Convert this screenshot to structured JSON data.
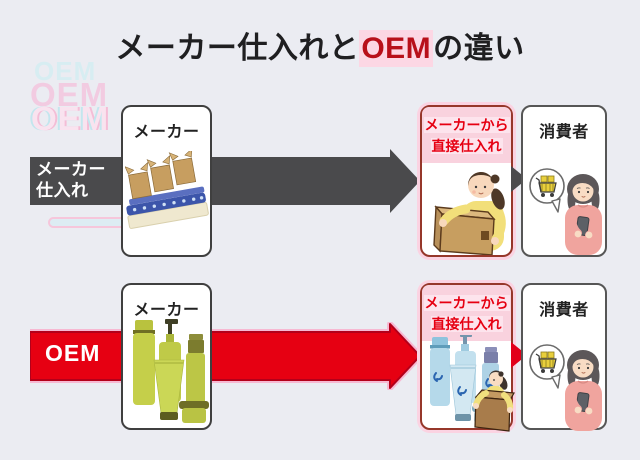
{
  "title": {
    "prefix": "メーカー仕入れと",
    "highlight": "OEM",
    "suffix": "の違い"
  },
  "ghost": {
    "text": "OEM"
  },
  "rows": {
    "maker": {
      "arrow_label_line1": "メーカー",
      "arrow_label_line2": "仕入れ",
      "maker_card_title": "メーカー",
      "direct_card_line1": "メーカーから",
      "direct_card_line2": "直接仕入れ",
      "consumer_card_title": "消費者"
    },
    "oem": {
      "arrow_label": "OEM",
      "maker_card_title": "メーカー",
      "direct_card_line1": "メーカーから",
      "direct_card_line2": "直接仕入れ",
      "consumer_card_title": "消費者"
    }
  },
  "colors": {
    "background": "#ebecf2",
    "title_text": "#1f1f21",
    "title_highlight_text": "#b8101a",
    "title_highlight_bg": "#fcd7e4",
    "dark_arrow": "#4a4a4c",
    "red_arrow": "#e60012",
    "red_arrow_edge": "#b3001a",
    "pink_glow": "#f7b8d2",
    "card_bg": "#ffffff",
    "card_border": "#3f3f3f",
    "red_card_border": "#96372a",
    "red_card_panel": "#f9d2de",
    "red_text": "#e60012"
  },
  "illustrations": {
    "top_maker": "boxes-on-conveyor-illustration",
    "top_direct": "woman-holding-box-illustration",
    "consumer": "woman-with-smartphone-illustration",
    "consumer_bubble": "shopping-cart-icon",
    "bottom_maker": "cosmetic-bottles-illustration",
    "bottom_direct": "cosmetic-bottles-and-woman-illustration"
  }
}
